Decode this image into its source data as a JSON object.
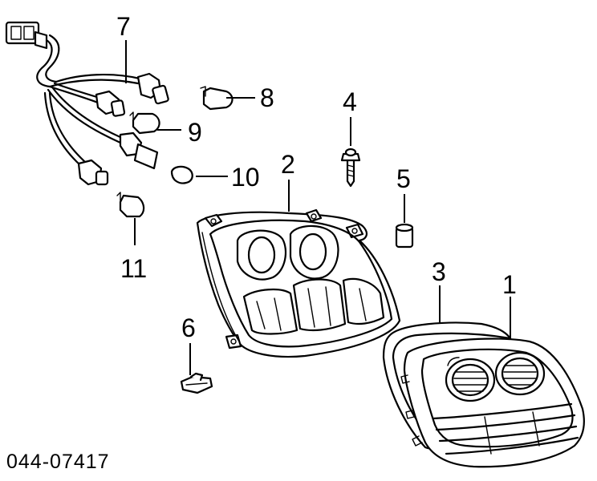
{
  "diagram": {
    "part_number": "044-07417",
    "callouts": {
      "c1": "1",
      "c2": "2",
      "c3": "3",
      "c4": "4",
      "c5": "5",
      "c6": "6",
      "c7": "7",
      "c8": "8",
      "c9": "9",
      "c10": "10",
      "c11": "11"
    }
  }
}
